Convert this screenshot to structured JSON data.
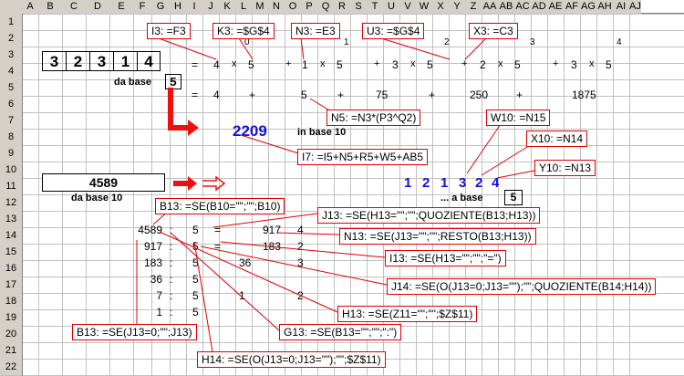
{
  "col_headers": [
    "A",
    "B",
    "C",
    "D",
    "E",
    "F",
    "G",
    "H",
    "I",
    "J",
    "K",
    "L",
    "M",
    "N",
    "O",
    "P",
    "Q",
    "R",
    "S",
    "T",
    "U",
    "V",
    "W",
    "X",
    "Y",
    "Z",
    "AA",
    "AB",
    "AC",
    "AD",
    "AE",
    "AF",
    "AG",
    "AH",
    "AI",
    "AJ"
  ],
  "row_headers": [
    "1",
    "2",
    "3",
    "4",
    "5",
    "6",
    "7",
    "8",
    "9",
    "10",
    "11",
    "12",
    "13",
    "14",
    "15",
    "16",
    "17",
    "18",
    "19",
    "20",
    "21",
    "22"
  ],
  "digits": [
    "3",
    "2",
    "3",
    "1",
    "4"
  ],
  "base_box": "5",
  "labels": {
    "da_base": "da base",
    "in_base_10": "in base 10",
    "da_base_10": "da base 10",
    "a_base": "... a base",
    "a_base_val": "5",
    "result_2209": "2209",
    "input_4589": "4589"
  },
  "row2_exponents": [
    "0",
    "1",
    "2",
    "3",
    "4"
  ],
  "row3": [
    "=",
    "4",
    "x",
    "5",
    "+",
    "1",
    "x",
    "5",
    "+",
    "3",
    "x",
    "5",
    "+",
    "2",
    "x",
    "5",
    "+",
    "3",
    "x",
    "5"
  ],
  "row5": [
    "=",
    "4",
    "+",
    "5",
    "+",
    "75",
    "+",
    "250",
    "+",
    "1875"
  ],
  "result_digits": [
    "1",
    "2",
    "1",
    "3",
    "2",
    "4"
  ],
  "table": {
    "col_h": [
      "4589",
      "917",
      "183",
      "36",
      "7",
      "1"
    ],
    "col_i": [
      ":",
      ":",
      ":",
      ":",
      ":",
      ":"
    ],
    "col_j": [
      "5",
      "5",
      "5",
      "5",
      "5",
      "5"
    ],
    "col_l": [
      "=",
      "=",
      "",
      "",
      "",
      ""
    ],
    "col_m": [
      "917",
      "183",
      "36",
      "",
      "1",
      ""
    ],
    "col_o": [
      "4",
      "2",
      "3",
      "",
      "2",
      ""
    ]
  },
  "callouts": {
    "i3": "I3:  =F3",
    "k3": "K3:  =$G$4",
    "n3": "N3:  =E3",
    "u3": "U3:  =$G$4",
    "x3": "X3:  =C3",
    "n5": "N5:  =N3*(P3^Q2)",
    "w10": "W10:  =N15",
    "x10": "X10:  =N14",
    "y10": "Y10:  =N13",
    "i7": "I7:  =I5+N5+R5+W5+AB5",
    "b13": "B13:  =SE(B10=\"\";\"\";B10)",
    "j13": "J13:  =SE(H13=\"\";\"\";QUOZIENTE(B13;H13))",
    "n13": "N13:  =SE(J13=\"\";\"\";RESTO(B13;H13))",
    "i13": "I13:  =SE(H13=\"\";\"\";\"=\")",
    "j14": "J14:  =SE(O(J13=0;J13=\"\");\"\";QUOZIENTE(B14;H14))",
    "h13": "H13:  =SE(Z11=\"\";\"\";$Z$11)",
    "g13": "G13:  =SE(B13=\"\";\"\";\":\")",
    "b13b": "B13:  =SE(J13=0;\"\";J13)",
    "h14": "H14:  =SE(O(J13=0;J13=\"\");\"\";$Z$11)"
  }
}
